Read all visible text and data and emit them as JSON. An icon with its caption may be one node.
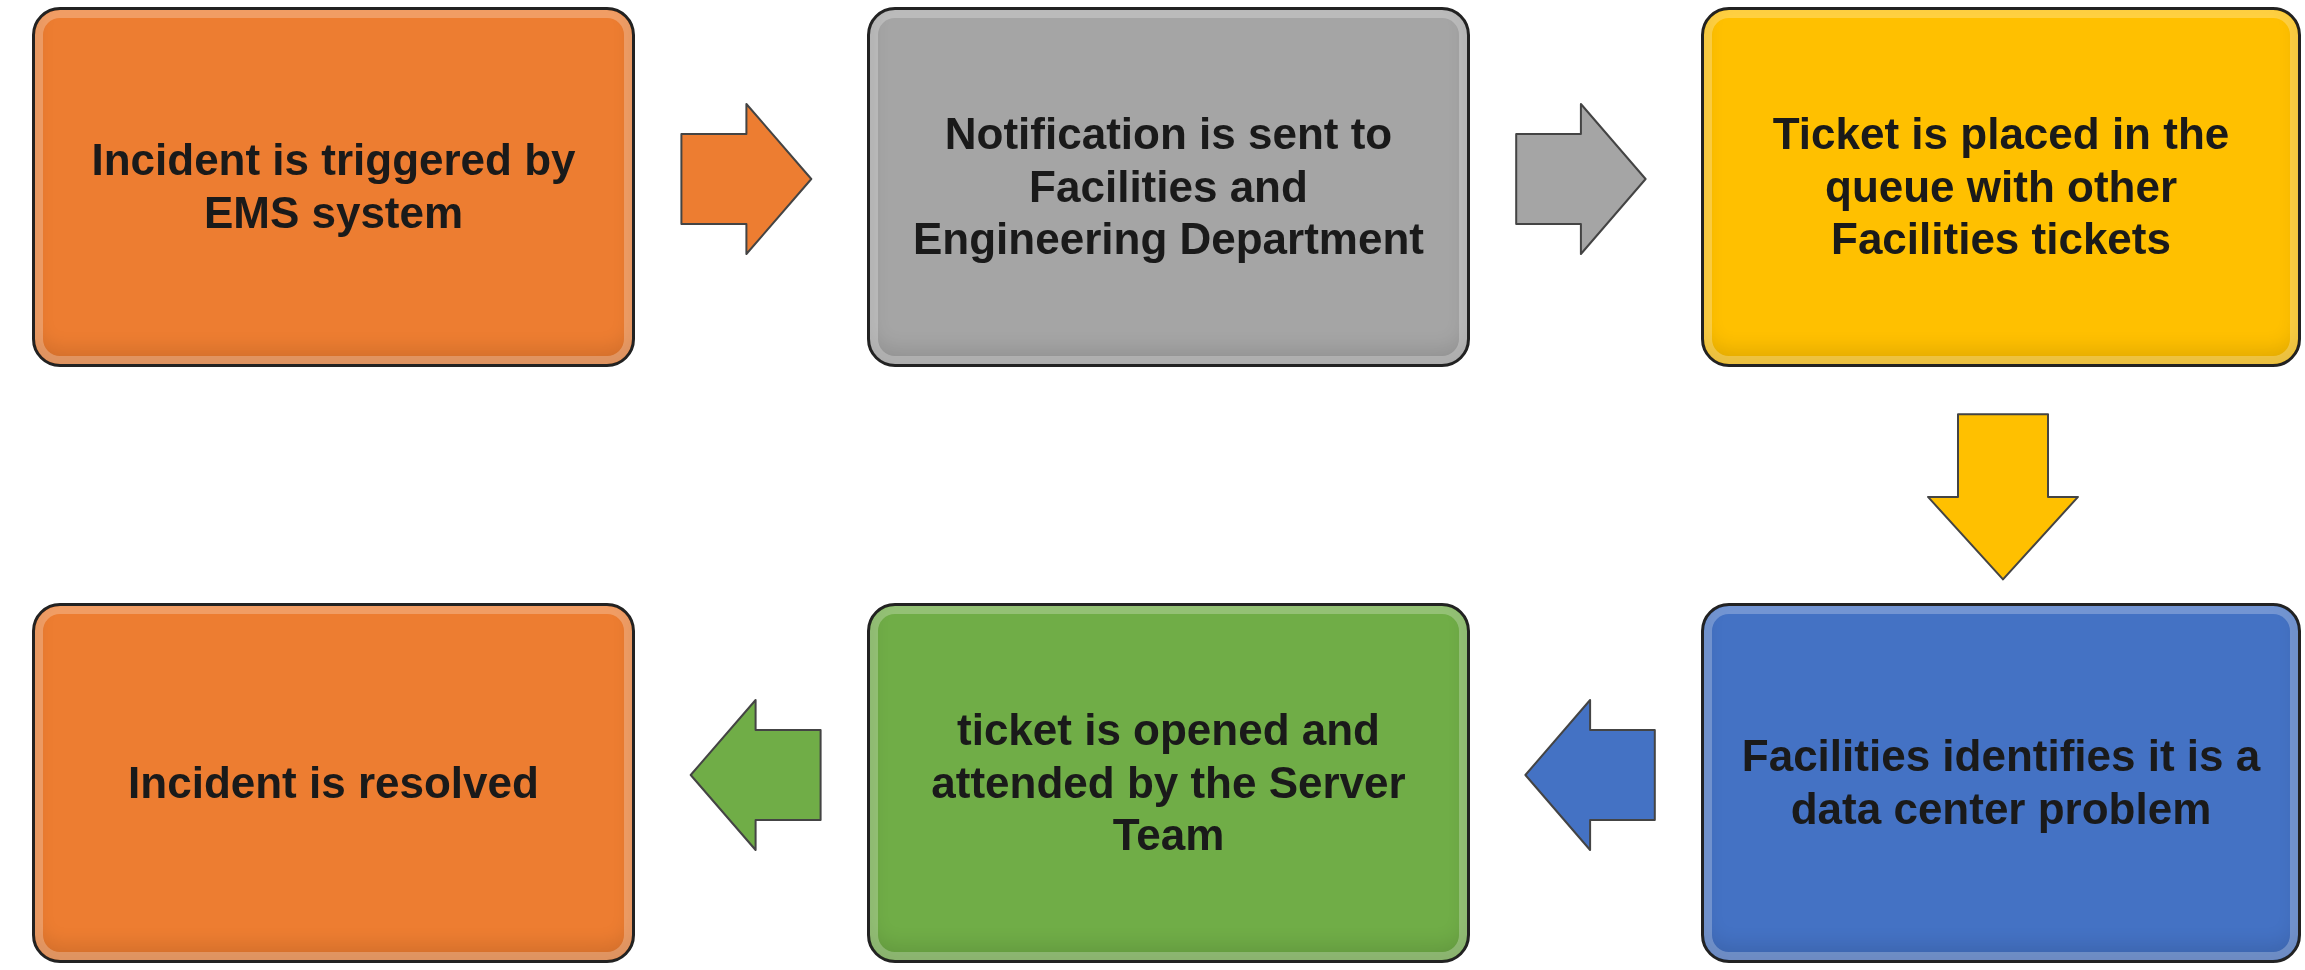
{
  "diagram": {
    "nodes": [
      {
        "text": [
          "Incident is triggered by EMS system"
        ]
      },
      {
        "text": [
          "Notification is sent to Facilities and Engineering Department"
        ]
      },
      {
        "text": [
          "Ticket is placed in the queue with other Facilities tickets"
        ]
      },
      {
        "text": [
          "Facilities identifies it is a data center problem"
        ]
      },
      {
        "text": [
          "ticket is opened and attended by the Server Team"
        ]
      },
      {
        "text": [
          "Incident is resolved"
        ]
      }
    ],
    "edges": [
      {
        "from": 0,
        "to": 1,
        "arrow": "to",
        "color": "#ed7d31"
      },
      {
        "from": 1,
        "to": 2,
        "arrow": "to",
        "color": "#a5a5a5"
      },
      {
        "from": 2,
        "to": 3,
        "arrow": "to",
        "color": "#ffc000"
      },
      {
        "from": 3,
        "to": 4,
        "arrow": "to",
        "color": "#4472c4"
      },
      {
        "from": 4,
        "to": 5,
        "arrow": "to",
        "color": "#70ad47"
      }
    ]
  }
}
